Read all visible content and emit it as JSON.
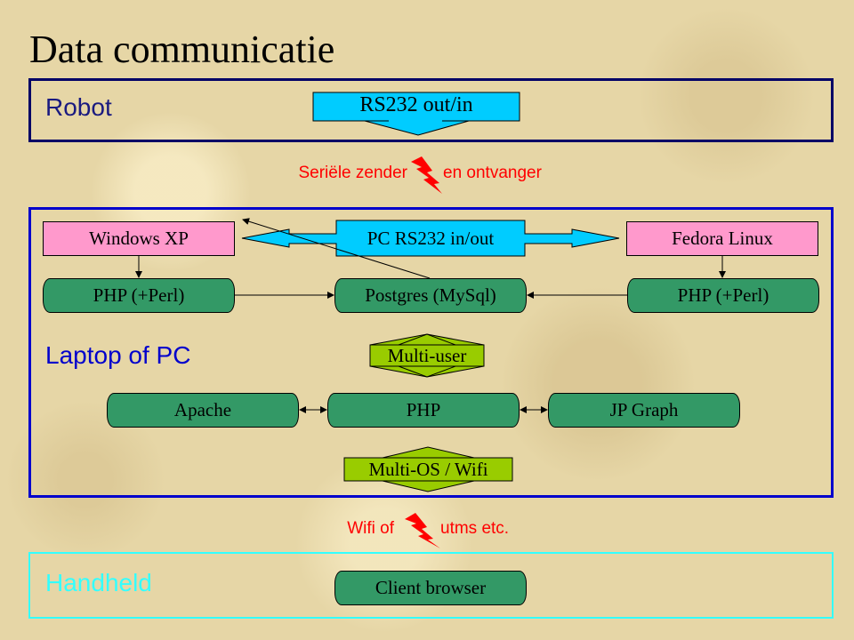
{
  "title": "Data communicatie",
  "robot": {
    "label": "Robot",
    "rs232": "RS232 out/in"
  },
  "link1": {
    "left": "Seriële zender",
    "right": "en ontvanger"
  },
  "laptop": {
    "label": "Laptop of PC",
    "windows": "Windows XP",
    "fedora": "Fedora Linux",
    "pc_rs232": "PC RS232 in/out",
    "php_left": "PHP (+Perl)",
    "postgres": "Postgres (MySql)",
    "php_right": "PHP (+Perl)",
    "multi_user": "Multi-user",
    "apache": "Apache",
    "php": "PHP",
    "jpgraph": "JP Graph",
    "multi_os": "Multi-OS / Wifi"
  },
  "link2": {
    "left": "Wifi of",
    "right": "utms etc."
  },
  "handheld": {
    "label": "Handheld",
    "client": "Client browser"
  },
  "colors": {
    "robot_border": "#000066",
    "laptop_border": "#0000cc",
    "handheld_border": "#33ffff",
    "cyan": "#00ccff",
    "pink": "#ff99cc",
    "green": "#339966",
    "lime": "#99cc00",
    "red": "#ff0000"
  }
}
